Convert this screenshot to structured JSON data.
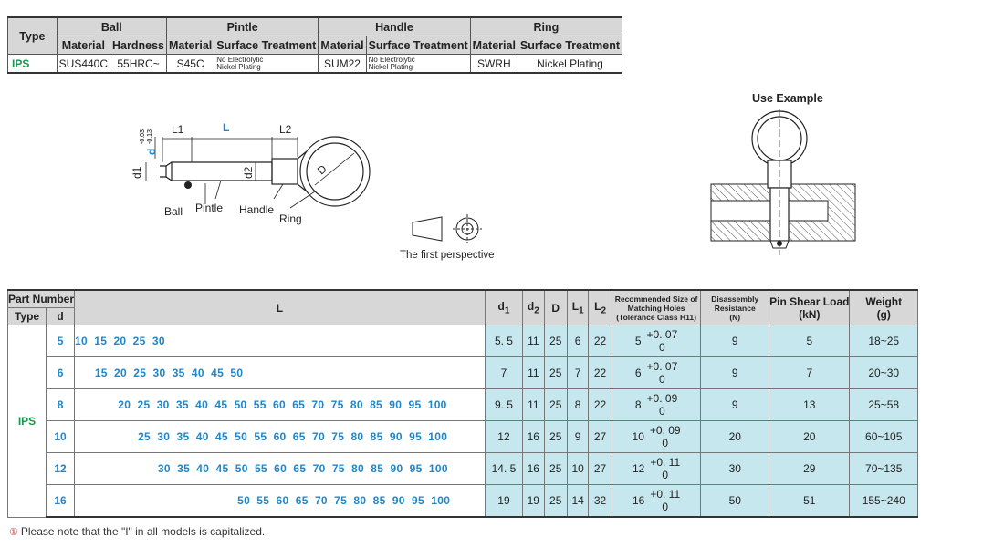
{
  "materials_table": {
    "type_header": "Type",
    "groups": [
      {
        "name": "Ball",
        "cols": [
          "Material",
          "Hardness"
        ]
      },
      {
        "name": "Pintle",
        "cols": [
          "Material",
          "Surface Treatment"
        ]
      },
      {
        "name": "Handle",
        "cols": [
          "Material",
          "Surface Treatment"
        ]
      },
      {
        "name": "Ring",
        "cols": [
          "Material",
          "Surface Treatment"
        ]
      }
    ],
    "row": {
      "type": "IPS",
      "ball_material": "SUS440C",
      "ball_hardness": "55HRC~",
      "pintle_material": "S45C",
      "pintle_treatment_1": "No Electrolytic",
      "pintle_treatment_2": "Nickel Plating",
      "handle_material": "SUM22",
      "handle_treatment_1": "No Electrolytic",
      "handle_treatment_2": "Nickel Plating",
      "ring_material": "SWRH",
      "ring_treatment": "Nickel Plating"
    }
  },
  "drawing": {
    "labels": {
      "L1": "L1",
      "L": "L",
      "L2": "L2",
      "d": "d",
      "d_tol_upper": "-0.03",
      "d_tol_lower": "-0.13",
      "d1": "d1",
      "d2": "d2",
      "D": "D"
    },
    "parts": {
      "ball": "Ball",
      "pintle": "Pintle",
      "handle": "Handle",
      "ring": "Ring"
    },
    "perspective_caption": "The first perspective",
    "use_example_title": "Use Example"
  },
  "spec_table": {
    "headers": {
      "part_number": "Part Number",
      "type": "Type",
      "d": "d",
      "L": "L",
      "d1": "d",
      "d1_sub": "1",
      "d2": "d",
      "d2_sub": "2",
      "D": "D",
      "L1": "L",
      "L1_sub": "1",
      "L2": "L",
      "L2_sub": "2",
      "holes_1": "Recommended Size of",
      "holes_2": "Matching Holes",
      "holes_3": "(Tolerance Class H11)",
      "dis_1": "Disassembly",
      "dis_2": "Resistance",
      "dis_3": "(N)",
      "shear_1": "Pin Shear Load",
      "shear_2": "(kN)",
      "weight_1": "Weight",
      "weight_2": "(g)"
    },
    "type_value": "IPS",
    "rows": [
      {
        "d": "5",
        "L": "10  15  20  25  30",
        "d1": "5. 5",
        "d2": "11",
        "D": "25",
        "L1": "6",
        "L2": "22",
        "hole": "5",
        "tol_up": "+0. 07",
        "tol_lo": "0",
        "dis": "9",
        "shear": "5",
        "weight": "18~25"
      },
      {
        "d": "6",
        "L": "      15  20  25  30  35  40  45  50",
        "d1": "7",
        "d2": "11",
        "D": "25",
        "L1": "7",
        "L2": "22",
        "hole": "6",
        "tol_up": "+0. 07",
        "tol_lo": "0",
        "dis": "9",
        "shear": "7",
        "weight": "20~30"
      },
      {
        "d": "8",
        "L": "             20  25  30  35  40  45  50  55  60  65  70  75  80  85  90  95  100",
        "d1": "9. 5",
        "d2": "11",
        "D": "25",
        "L1": "8",
        "L2": "22",
        "hole": "8",
        "tol_up": "+0. 09",
        "tol_lo": "0",
        "dis": "9",
        "shear": "13",
        "weight": "25~58"
      },
      {
        "d": "10",
        "L": "                   25  30  35  40  45  50  55  60  65  70  75  80  85  90  95  100",
        "d1": "12",
        "d2": "16",
        "D": "25",
        "L1": "9",
        "L2": "27",
        "hole": "10",
        "tol_up": "+0. 09",
        "tol_lo": "0",
        "dis": "20",
        "shear": "20",
        "weight": "60~105"
      },
      {
        "d": "12",
        "L": "                         30  35  40  45  50  55  60  65  70  75  80  85  90  95  100",
        "d1": "14. 5",
        "d2": "16",
        "D": "25",
        "L1": "10",
        "L2": "27",
        "hole": "12",
        "tol_up": "+0. 11",
        "tol_lo": "0",
        "dis": "30",
        "shear": "29",
        "weight": "70~135"
      },
      {
        "d": "16",
        "L": "                                                 50  55  60  65  70  75  80  85  90  95  100",
        "d1": "19",
        "d2": "19",
        "D": "25",
        "L1": "14",
        "L2": "32",
        "hole": "16",
        "tol_up": "+0. 11",
        "tol_lo": "0",
        "dis": "50",
        "shear": "51",
        "weight": "155~240"
      }
    ]
  },
  "note": "Please note that the \"I\"  in all models is capitalized.",
  "colors": {
    "blue_cell": "#c6e7ee",
    "header_grey": "#d7d7d7",
    "accent_blue": "#1f86c9",
    "type_green": "#149a4a"
  }
}
